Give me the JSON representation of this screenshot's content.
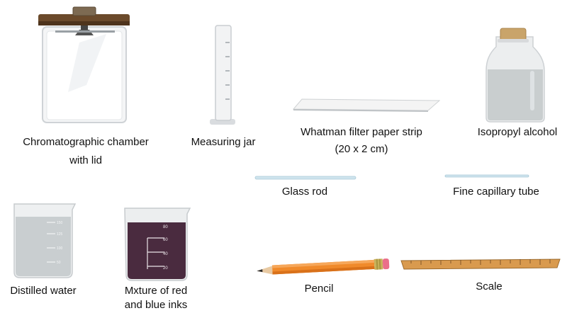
{
  "items": {
    "chamber": {
      "label_1": "Chromatographic chamber",
      "label_2": "with lid"
    },
    "measuring_jar": {
      "label": "Measuring jar"
    },
    "filter_paper": {
      "label_1": "Whatman filter paper strip",
      "label_2": "(20 x 2 cm)"
    },
    "alcohol": {
      "label": "Isopropyl alcohol"
    },
    "glass_rod": {
      "label": "Glass rod"
    },
    "capillary": {
      "label": "Fine capillary tube"
    },
    "distilled_water": {
      "label": "Distilled water",
      "scale_marks": [
        "150",
        "125",
        "100",
        "50"
      ]
    },
    "ink_mixture": {
      "label_1": "Mxture of red",
      "label_2": "and blue inks",
      "scale_marks": [
        "80",
        "60",
        "40",
        "20"
      ]
    },
    "pencil": {
      "label": "Pencil"
    },
    "scale": {
      "label": "Scale"
    }
  }
}
